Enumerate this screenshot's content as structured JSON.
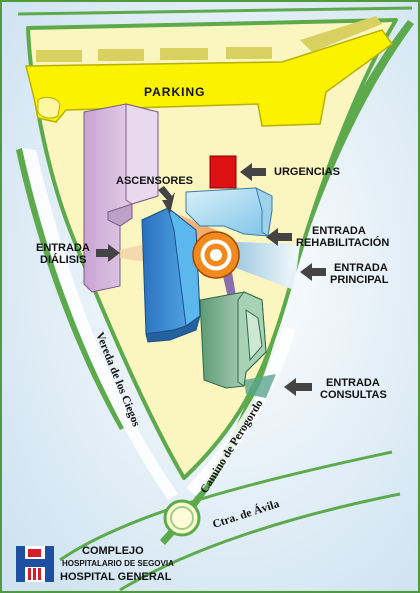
{
  "labels": {
    "parking": "PARKING",
    "urgencias": "URGENCIAS",
    "ascensores": "ASCENSORES",
    "entrada_rehab_line1": "ENTRADA",
    "entrada_rehab_line2": "REHABILITACIÓN",
    "entrada_principal_line1": "ENTRADA",
    "entrada_principal_line2": "PRINCIPAL",
    "entrada_dialisis_line1": "ENTRADA",
    "entrada_dialisis_line2": "DIÁLISIS",
    "entrada_consultas_line1": "ENTRADA",
    "entrada_consultas_line2": "CONSULTAS"
  },
  "roads": {
    "vereda": "Vereda de los Ciegos",
    "camino": "Camino de Perogordo",
    "ctra": "Ctra. de Ávila"
  },
  "logo": {
    "line1": "COMPLEJO",
    "line2": "HOSPITALARIO DE SEGOVIA",
    "line3": "HOSPITAL GENERAL"
  },
  "colors": {
    "background": "#e6f0f8",
    "ground": "#fbf5c0",
    "green_border": "#5daa4c",
    "parking": "#fbf200",
    "dialisis_building": "#d5b5dc",
    "main_building": "#3f8fd6",
    "rear_building": "#a9d9ef",
    "consultas_building": "#7bb18e",
    "urgencias": "#dd1111",
    "rotunda": "#f08a1e"
  }
}
